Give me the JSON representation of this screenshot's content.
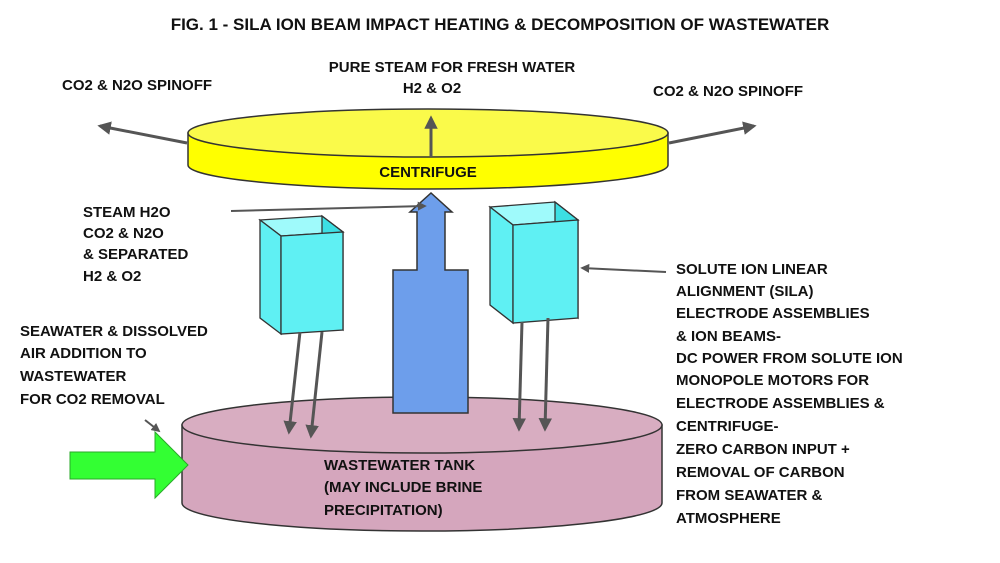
{
  "title": "FIG. 1 - SILA  ION BEAM IMPACT HEATING & DECOMPOSITION OF WASTEWATER",
  "top_label": {
    "line1": "PURE STEAM FOR FRESH WATER",
    "line2": "H2 & O2"
  },
  "spinoff_left": "CO2 & N2O SPINOFF",
  "spinoff_right": "CO2 & N2O SPINOFF",
  "centrifuge_label": "CENTRIFUGE",
  "steam_label": [
    "STEAM H2O",
    "CO2 & N2O",
    "& SEPARATED",
    "H2 & O2"
  ],
  "seawater_label": [
    "SEAWATER & DISSOLVED",
    "AIR ADDITION TO",
    "WASTEWATER",
    "FOR CO2 REMOVAL"
  ],
  "tank_label": [
    "WASTEWATER TANK",
    "(MAY INCLUDE BRINE",
    "PRECIPITATION)"
  ],
  "sila_label": [
    "SOLUTE ION LINEAR",
    "ALIGNMENT (SILA)",
    "ELECTRODE ASSEMBLIES",
    "& ION BEAMS-",
    "DC POWER FROM SOLUTE ION",
    "MONOPOLE MOTORS FOR",
    "ELECTRODE ASSEMBLIES &",
    "CENTRIFUGE-",
    "ZERO CARBON INPUT +",
    "REMOVAL OF CARBON",
    "FROM SEAWATER &",
    "ATMOSPHERE"
  ],
  "colors": {
    "centrifuge": "#ffff00",
    "centrifuge_top": "#fafa4a",
    "tank": "#d5a6bd",
    "electrode": "#5ff0f3",
    "electrode_top": "#9ffafb",
    "steam_arrow": "#6d9eeb",
    "inflow_arrow": "#33ff33",
    "arrows": "#555555"
  },
  "icons": [
    "inflow-arrow-icon",
    "steam-up-arrow-icon"
  ]
}
